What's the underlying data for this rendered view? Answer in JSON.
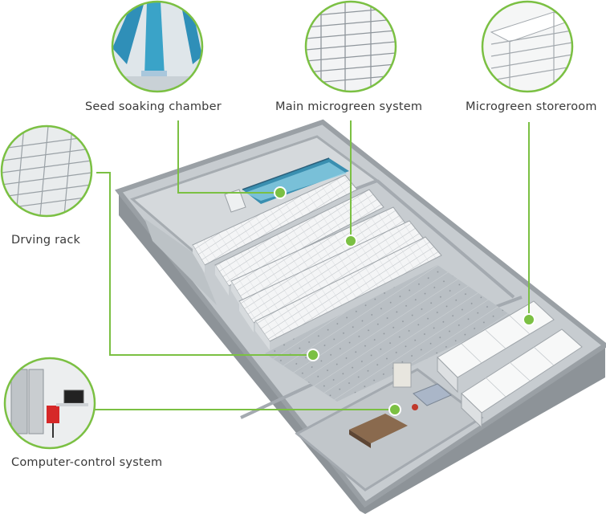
{
  "accent": "#7bc043",
  "labels": {
    "seed_soaking": "Seed soaking chamber",
    "main_system": "Main microgreen system",
    "storeroom": "Microgreen storeroom",
    "drying_rack": "Drving rack",
    "computer_control": "Computer-control system"
  },
  "callouts": [
    {
      "id": "seed-soaking",
      "icon": "seed-soaking-tanks-thumbnail"
    },
    {
      "id": "main-system",
      "icon": "multi-tier-rack-thumbnail"
    },
    {
      "id": "storeroom",
      "icon": "storage-shelf-thumbnail"
    },
    {
      "id": "drying-rack",
      "icon": "drying-rack-thumbnail"
    },
    {
      "id": "computer-control",
      "icon": "control-cabinet-thumbnail"
    }
  ]
}
